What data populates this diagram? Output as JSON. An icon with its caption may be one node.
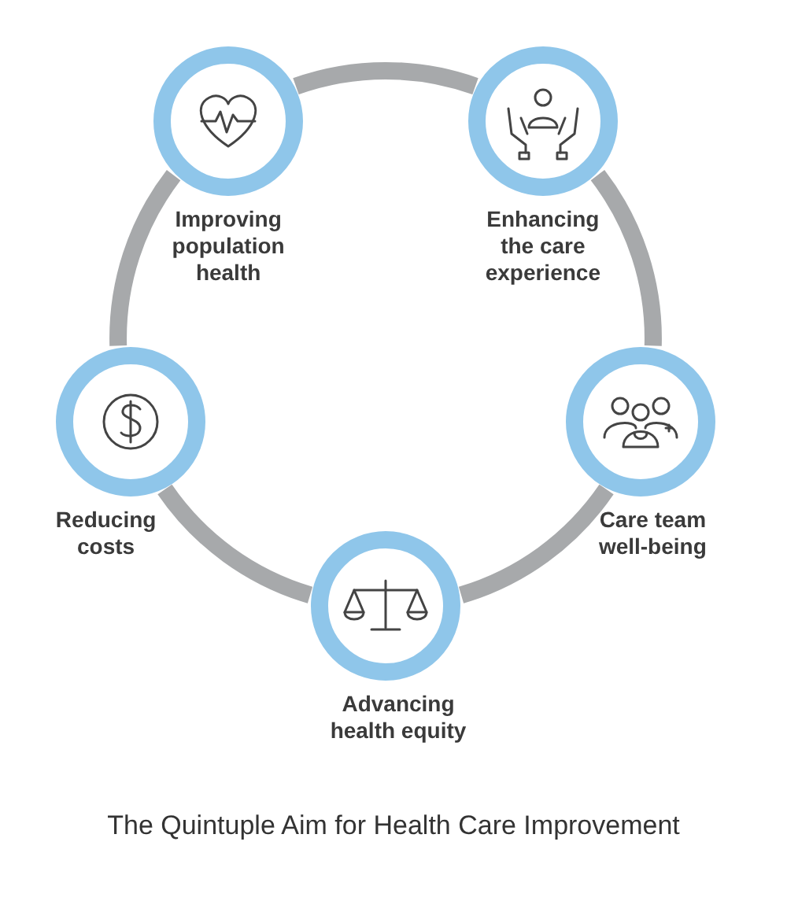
{
  "diagram": {
    "caption": "The Quintuple Aim for Health Care Improvement",
    "nodes": [
      {
        "text": [
          "Improving population health"
        ]
      },
      {
        "text": [
          "Enhancing the care experience"
        ]
      },
      {
        "text": [
          "Reducing costs"
        ]
      },
      {
        "text": [
          "Care team well-being"
        ]
      },
      {
        "text": [
          "Advancing health equity"
        ]
      }
    ],
    "edges": [
      {
        "from": 0,
        "to": 1,
        "arrow": "none"
      },
      {
        "from": 1,
        "to": 3,
        "arrow": "none"
      },
      {
        "from": 3,
        "to": 4,
        "arrow": "none"
      },
      {
        "from": 4,
        "to": 2,
        "arrow": "none"
      },
      {
        "from": 2,
        "to": 0,
        "arrow": "none"
      }
    ]
  }
}
